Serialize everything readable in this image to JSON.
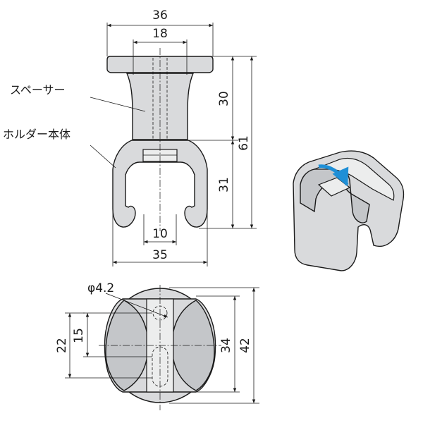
{
  "labels": {
    "spacer": "スペーサー",
    "holder_body": "ホルダー本体"
  },
  "front_view": {
    "width_top": "36",
    "width_spacer": "18",
    "height_spacer": "30",
    "height_holder": "31",
    "height_total": "61",
    "gap_bottom": "10",
    "width_holder": "35"
  },
  "top_view": {
    "hole_diameter": "φ4.2",
    "slot_pitch": "15",
    "slot_span": "22",
    "inner_height": "34",
    "outer_height": "42"
  },
  "colors": {
    "part_fill": "#d9dadc",
    "outline": "#1a1a1a",
    "arrow": "#1f8fd6"
  }
}
